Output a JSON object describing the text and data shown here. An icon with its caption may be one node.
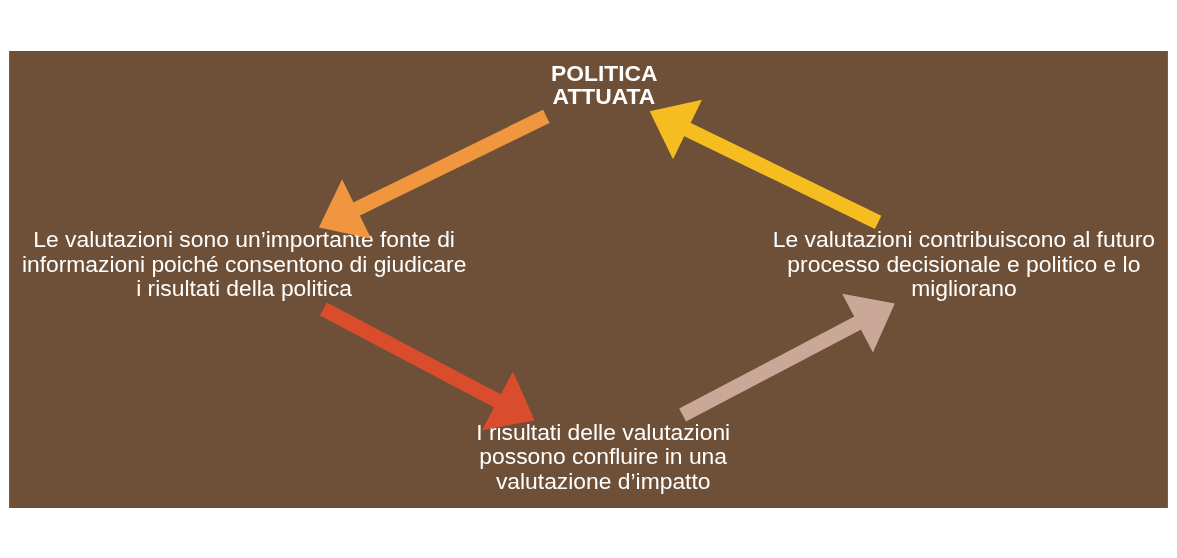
{
  "diagram": {
    "nodes": [
      {
        "text": [
          "POLITICA ATTUATA"
        ]
      },
      {
        "text": [
          "Le valutazioni sono un’importante fonte di informazioni poiché consentono di giudicare i risultati della politica"
        ]
      },
      {
        "text": [
          "I risultati delle valutazioni possono confluire in una valutazione d’impatto"
        ]
      },
      {
        "text": [
          "Le valutazioni contribuiscono al futuro processo decisionale e politico e lo migliorano"
        ]
      }
    ],
    "edges": [
      {
        "from": 0,
        "to": 1,
        "arrow": "to",
        "color": "#f0963f"
      },
      {
        "from": 1,
        "to": 2,
        "arrow": "to",
        "color": "#d94c2c"
      },
      {
        "from": 2,
        "to": 3,
        "arrow": "to",
        "color": "#c9a898"
      },
      {
        "from": 3,
        "to": 0,
        "arrow": "to",
        "color": "#f5bd1f"
      }
    ]
  }
}
